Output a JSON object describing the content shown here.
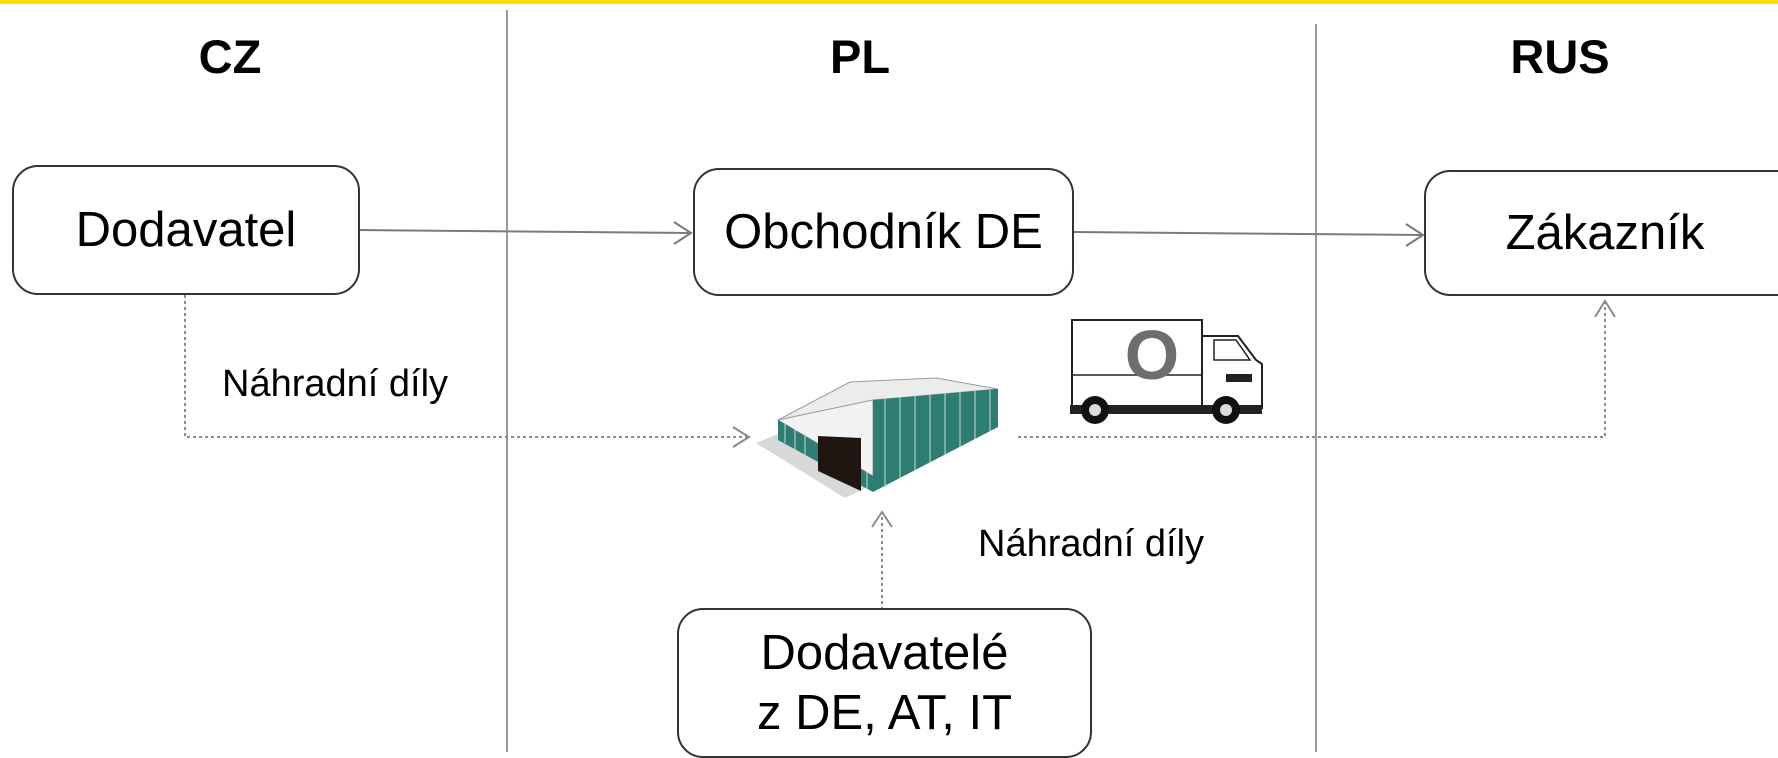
{
  "columns": {
    "left": "CZ",
    "middle": "PL",
    "right": "RUS"
  },
  "nodes": {
    "supplier": "Dodavatel",
    "trader": "Obchodník DE",
    "customer": "Zákazník",
    "suppliers_other_line1": "Dodavatelé",
    "suppliers_other_line2": "z DE, AT, IT"
  },
  "flows": {
    "spare_parts_top": "Náhradní díly",
    "spare_parts_bottom": "Náhradní díly"
  },
  "truck": {
    "letter": "O"
  },
  "colors": {
    "top_rule": "#f6e000",
    "divider": "#9a9a9a",
    "arrow": "#7a7a7a",
    "warehouse_walls": "#2e7d72"
  },
  "icons": [
    "warehouse-icon",
    "truck-icon"
  ]
}
